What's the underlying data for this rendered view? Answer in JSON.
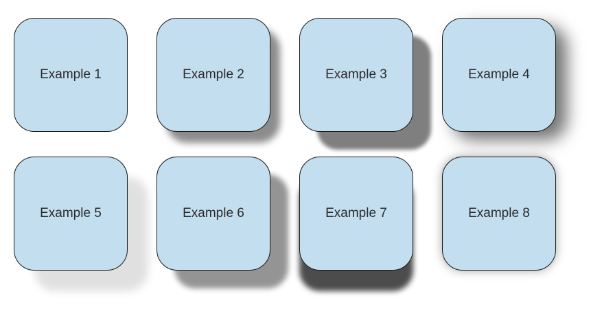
{
  "cards": [
    {
      "label": "Example 1"
    },
    {
      "label": "Example 2"
    },
    {
      "label": "Example 3"
    },
    {
      "label": "Example 4"
    },
    {
      "label": "Example 5"
    },
    {
      "label": "Example 6"
    },
    {
      "label": "Example 7"
    },
    {
      "label": "Example 8"
    }
  ],
  "colors": {
    "card_fill": "#c2deef",
    "card_border": "#1a1a1a",
    "text": "#2b2b2b",
    "background": "#ffffff"
  }
}
